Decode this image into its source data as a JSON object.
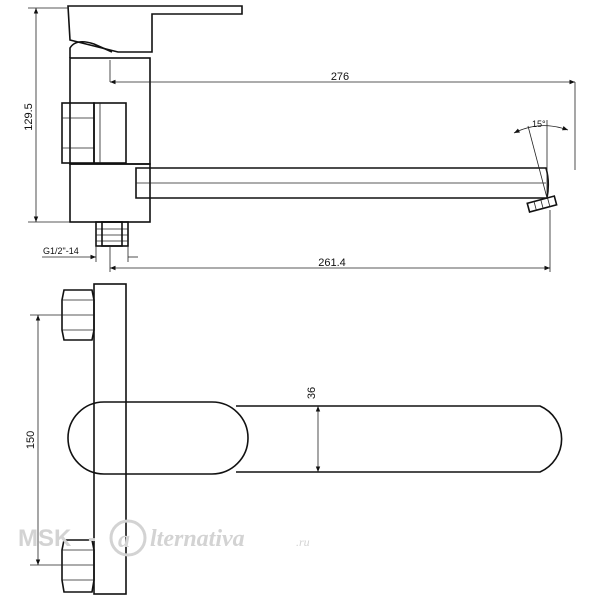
{
  "dimensions": {
    "total_height": "129.5",
    "spout_reach_top": "276",
    "spout_reach_bottom": "261.4",
    "swivel_angle": "15°",
    "connection_thread": "G1/2\"-14",
    "center_distance": "150",
    "spout_width": "36"
  },
  "watermark": {
    "brand": "MSK",
    "script": "lternativa",
    "tld": ".ru"
  },
  "colors": {
    "line": "#111111",
    "watermark": "#d3d3d3"
  }
}
